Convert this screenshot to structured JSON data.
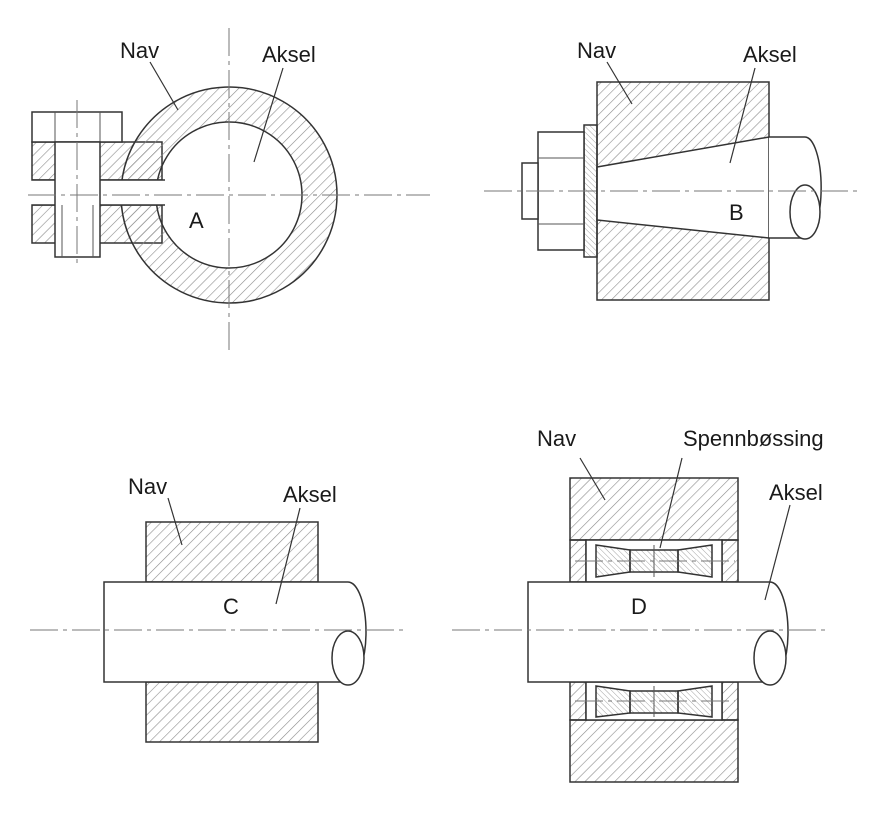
{
  "labels": {
    "nav": "Nav",
    "aksel": "Aksel",
    "spennbossing": "Spennbøssing",
    "a": "A",
    "b": "B",
    "c": "C",
    "d": "D"
  },
  "colors": {
    "line": "#333333",
    "hatch": "#8c8c8c",
    "center_line": "#777777",
    "background": "#ffffff"
  }
}
